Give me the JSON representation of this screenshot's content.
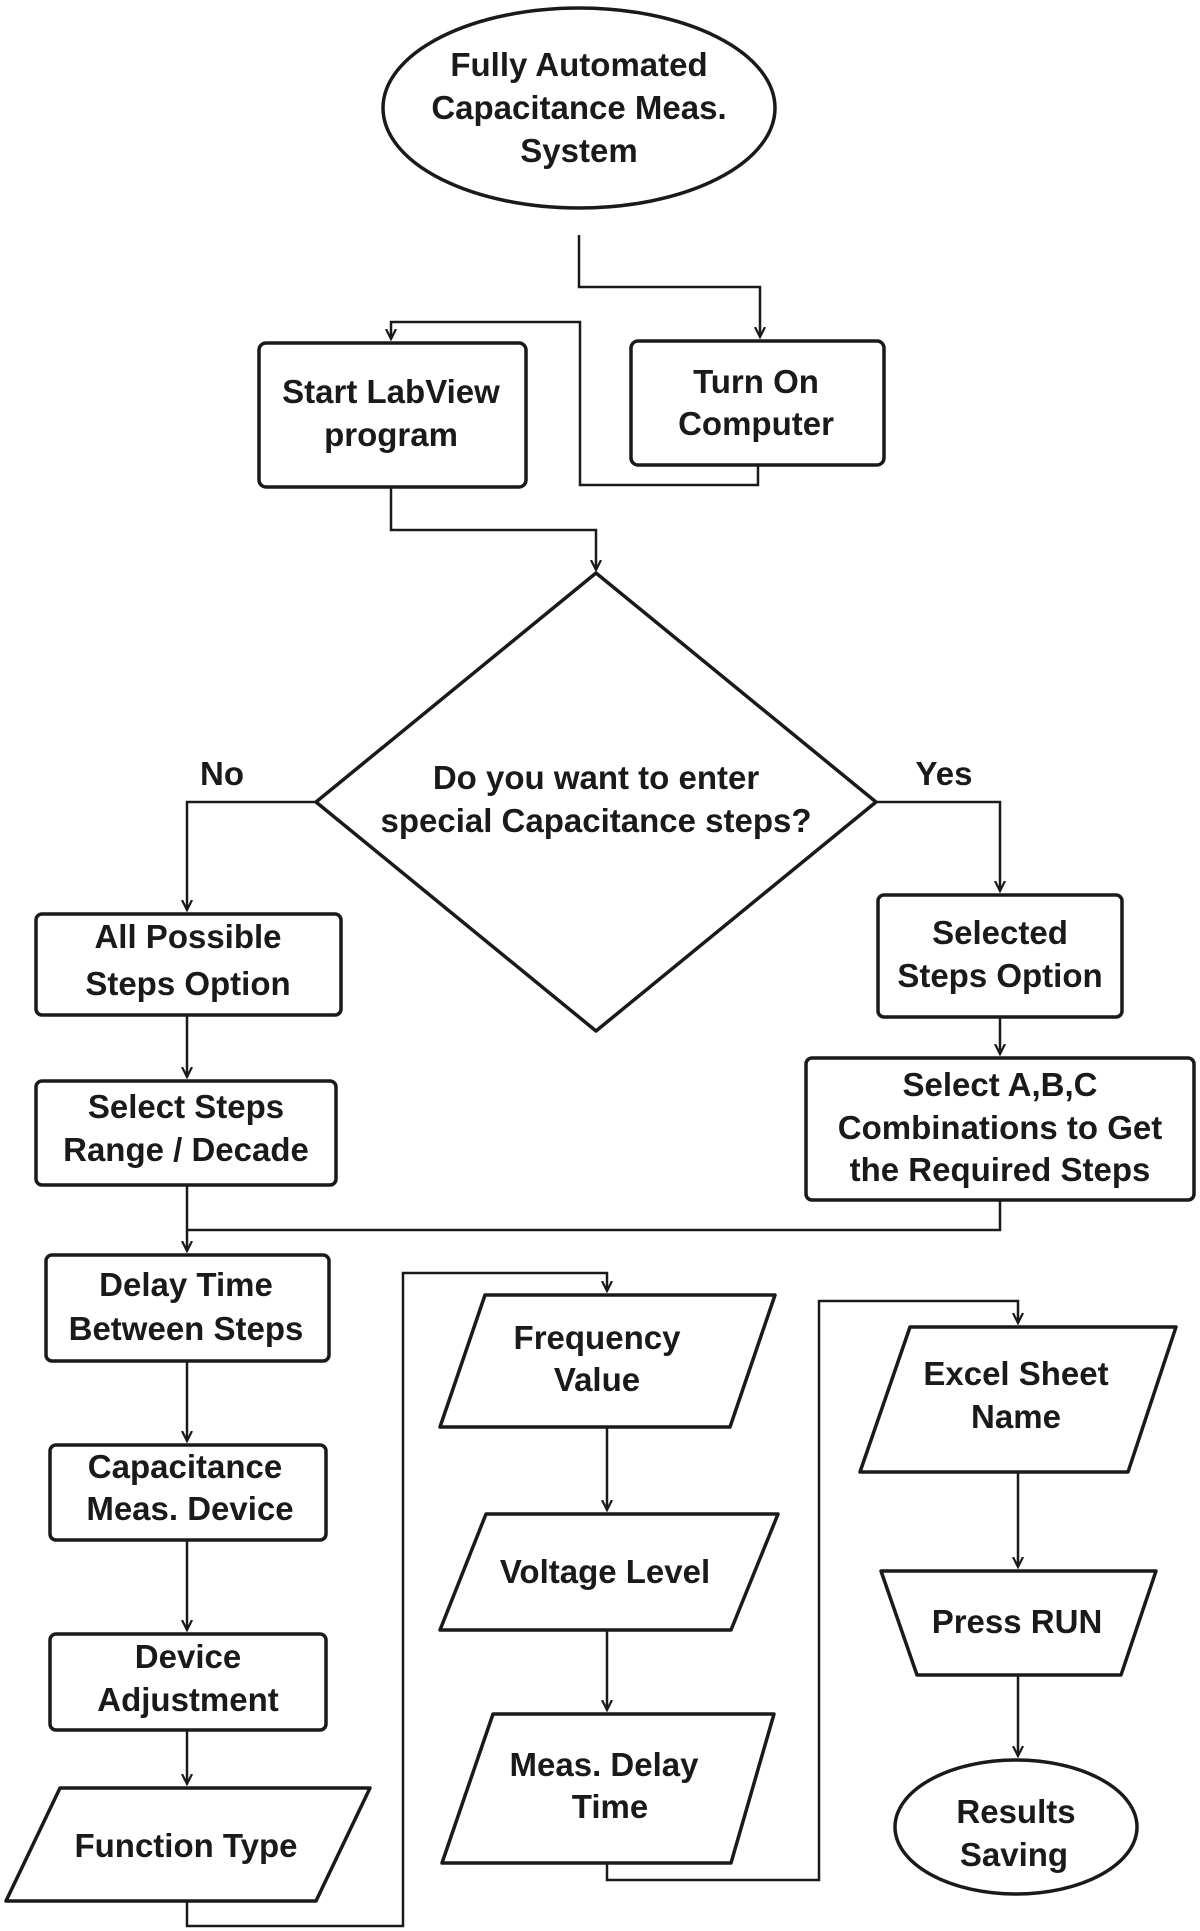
{
  "nodes": {
    "start": [
      "Fully Automated",
      "Capacitance Meas.",
      "System"
    ],
    "labview": [
      "Start LabView",
      "program"
    ],
    "computer": [
      "Turn On",
      "Computer"
    ],
    "decision": [
      "Do you want to enter",
      "special Capacitance steps?"
    ],
    "all_steps": [
      "All Possible",
      "Steps Option"
    ],
    "selected_steps": [
      "Selected",
      "Steps Option"
    ],
    "range": [
      "Select Steps",
      "Range / Decade"
    ],
    "combinations": [
      "Select A,B,C",
      "Combinations to Get",
      "the Required Steps"
    ],
    "delay": [
      "Delay Time",
      "Between Steps"
    ],
    "device": [
      "Capacitance",
      "Meas. Device"
    ],
    "adjust": [
      "Device",
      "Adjustment"
    ],
    "function": [
      "Function Type"
    ],
    "frequency": [
      "Frequency",
      "Value"
    ],
    "voltage": [
      "Voltage Level"
    ],
    "meas_delay": [
      "Meas. Delay",
      "Time"
    ],
    "excel": [
      "Excel Sheet",
      "Name"
    ],
    "run": [
      "Press RUN"
    ],
    "results": [
      "Results",
      "Saving"
    ]
  },
  "branches": {
    "no": "No",
    "yes": "Yes"
  }
}
